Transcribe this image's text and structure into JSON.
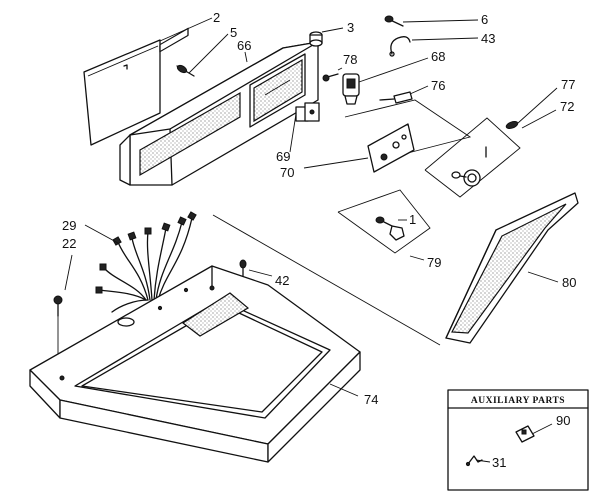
{
  "callouts": {
    "p2": "2",
    "p5": "5",
    "p66": "66",
    "p3": "3",
    "p6": "6",
    "p43": "43",
    "p78": "78",
    "p68": "68",
    "p76": "76",
    "p77": "77",
    "p72": "72",
    "p69": "69",
    "p70": "70",
    "p1": "1",
    "p29": "29",
    "p22": "22",
    "p42": "42",
    "p79": "79",
    "p80": "80",
    "p74": "74",
    "p90": "90",
    "p31": "31"
  },
  "auxiliary": {
    "title": "AUXILIARY PARTS"
  }
}
